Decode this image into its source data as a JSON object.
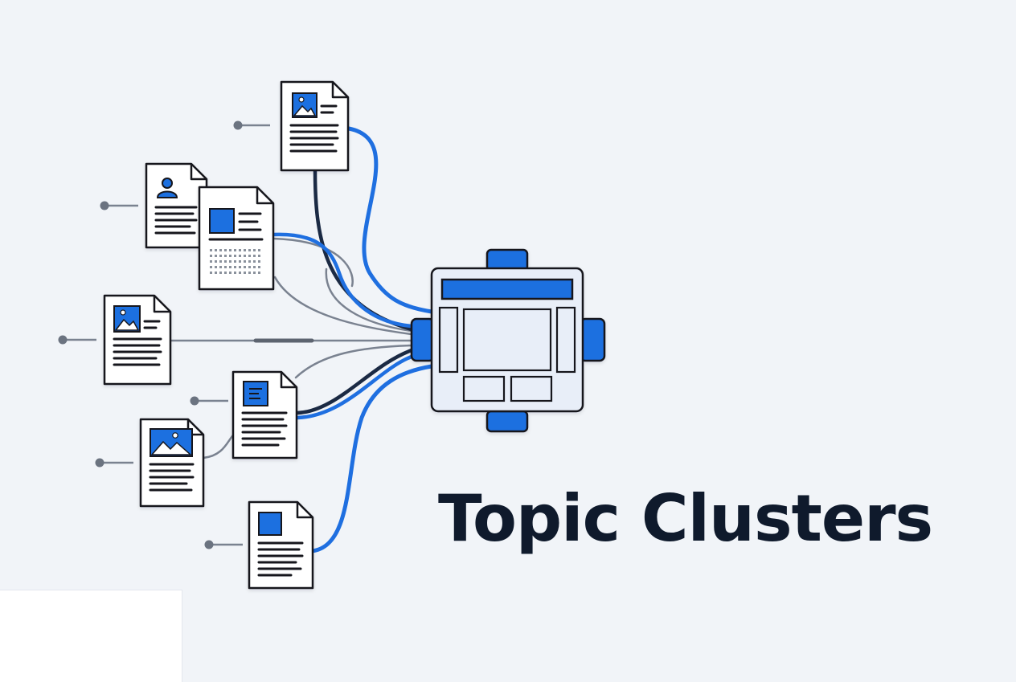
{
  "title": "Topic Clusters",
  "colors": {
    "accent": "#1f6fe0",
    "ink": "#16191f",
    "gray_line": "#7a8290",
    "paper": "#ffffff",
    "panel": "#e8eef8",
    "background": "#f1f4f8"
  },
  "nodes": [
    {
      "id": "doc-image-top",
      "icon": "image-icon"
    },
    {
      "id": "doc-profile",
      "icon": "user-icon"
    },
    {
      "id": "doc-blue-square-grid",
      "icon": "square-icon"
    },
    {
      "id": "doc-image-left",
      "icon": "image-icon"
    },
    {
      "id": "doc-text-card",
      "icon": "document-icon"
    },
    {
      "id": "doc-image-lower",
      "icon": "image-icon"
    },
    {
      "id": "doc-blue-square-bottom",
      "icon": "square-icon"
    }
  ],
  "hub": {
    "id": "pillar-page",
    "icon": "layout-icon"
  }
}
